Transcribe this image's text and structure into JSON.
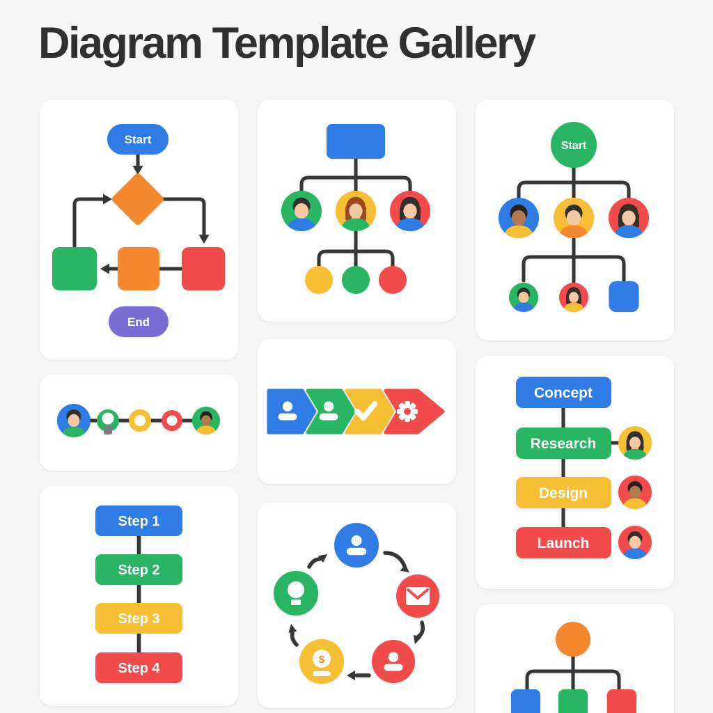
{
  "page": {
    "title": "Diagram Template Gallery"
  },
  "colors": {
    "page_bg": "#f6f6f7",
    "card_bg": "#ffffff",
    "title": "#303033",
    "blue": "#2e7ce4",
    "green": "#29b563",
    "yellow": "#f7bf33",
    "red": "#f24b4b",
    "orange": "#f5872e",
    "purple": "#7a6ed6",
    "line": "#363636",
    "skin_light": "#f4c9a4",
    "skin_dark": "#b5794f",
    "hair_dark": "#33302c",
    "hair_auburn": "#9c4a21",
    "gray": "#7d7d7d"
  },
  "cards": {
    "flowchart": {
      "labels": {
        "start": "Start",
        "end": "End"
      },
      "nodes": [
        "start-pill-blue",
        "decision-diamond-orange",
        "box-green",
        "box-orange",
        "box-red",
        "end-pill-purple"
      ]
    },
    "org_chart_basic": {
      "nodes": [
        "root-box-blue",
        "avatar-green",
        "avatar-yellow",
        "avatar-red",
        "circle-yellow",
        "circle-green",
        "circle-red"
      ]
    },
    "org_chart_start": {
      "labels": {
        "start": "Start"
      },
      "nodes": [
        "start-circle-green",
        "avatar-blue",
        "avatar-yellow",
        "avatar-red",
        "avatar-green-small",
        "avatar-red-small",
        "box-blue"
      ]
    },
    "timeline": {
      "icons": [
        "avatar-icon",
        "lightbulb-icon",
        "ring-icon",
        "ring-icon",
        "avatar-icon"
      ]
    },
    "process_arrows": {
      "icons": [
        "user-icon",
        "user-icon",
        "check-icon",
        "gear-icon"
      ]
    },
    "project_phases": {
      "labels": {
        "phase1": "Concept",
        "phase2": "Research",
        "phase3": "Design",
        "phase4": "Launch"
      }
    },
    "steps": {
      "labels": {
        "step1": "Step 1",
        "step2": "Step 2",
        "step3": "Step 3",
        "step4": "Step 4"
      }
    },
    "cycle": {
      "icons": [
        "user-icon",
        "mail-icon",
        "user-icon",
        "dollar-icon",
        "lightbulb-icon"
      ]
    },
    "org_chart_partial": {
      "nodes": [
        "circle-orange",
        "box-blue",
        "box-green",
        "box-red"
      ]
    }
  }
}
